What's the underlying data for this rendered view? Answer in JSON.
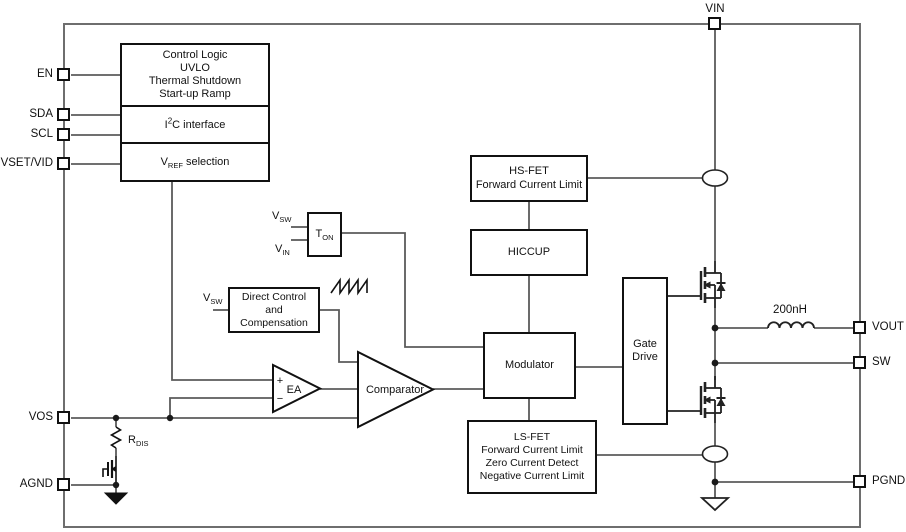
{
  "diagram": {
    "pins": {
      "vin": "VIN",
      "en": "EN",
      "sda": "SDA",
      "scl": "SCL",
      "vset_vid": "VSET/VID",
      "vos": "VOS",
      "agnd": "AGND",
      "vout": "VOUT",
      "sw": "SW",
      "pgnd": "PGND"
    },
    "blocks": {
      "control_logic": {
        "lines": [
          "Control Logic",
          "UVLO",
          "Thermal Shutdown",
          "Start-up Ramp"
        ]
      },
      "i2c": {
        "pre": "I",
        "sup": "2",
        "post": "C interface"
      },
      "vref_selection": {
        "main": "V",
        "sub": "REF",
        "post": " selection"
      },
      "ton": {
        "main": "T",
        "sub": "ON"
      },
      "direct_control": {
        "lines": [
          "Direct Control",
          "and",
          "Compensation"
        ]
      },
      "hs_fet_limit": {
        "lines": [
          "HS-FET",
          "Forward Current Limit"
        ]
      },
      "hiccup": {
        "label": "HICCUP"
      },
      "modulator": {
        "label": "Modulator"
      },
      "gate_drive": {
        "lines": [
          "Gate",
          "Drive"
        ]
      },
      "ls_fet_limit": {
        "lines": [
          "LS-FET",
          "Forward Current Limit",
          "Zero Current Detect",
          "Negative Current Limit"
        ]
      }
    },
    "amplifiers": {
      "ea": {
        "label": "EA",
        "plus": "+",
        "minus": "−"
      },
      "comparator": {
        "label": "Comparator"
      }
    },
    "components": {
      "inductor": {
        "value": "200nH"
      },
      "rdis": {
        "main": "R",
        "sub": "DIS"
      }
    },
    "net_labels": {
      "ton_vsw": {
        "main": "V",
        "sub": "SW"
      },
      "ton_vin": {
        "main": "V",
        "sub": "IN"
      },
      "dc_vsw": {
        "main": "V",
        "sub": "SW"
      }
    },
    "colors": {
      "wire": "#5b5b5b",
      "outline": "#000000",
      "boundary": "#6e6e6e",
      "background": "#ffffff"
    }
  }
}
